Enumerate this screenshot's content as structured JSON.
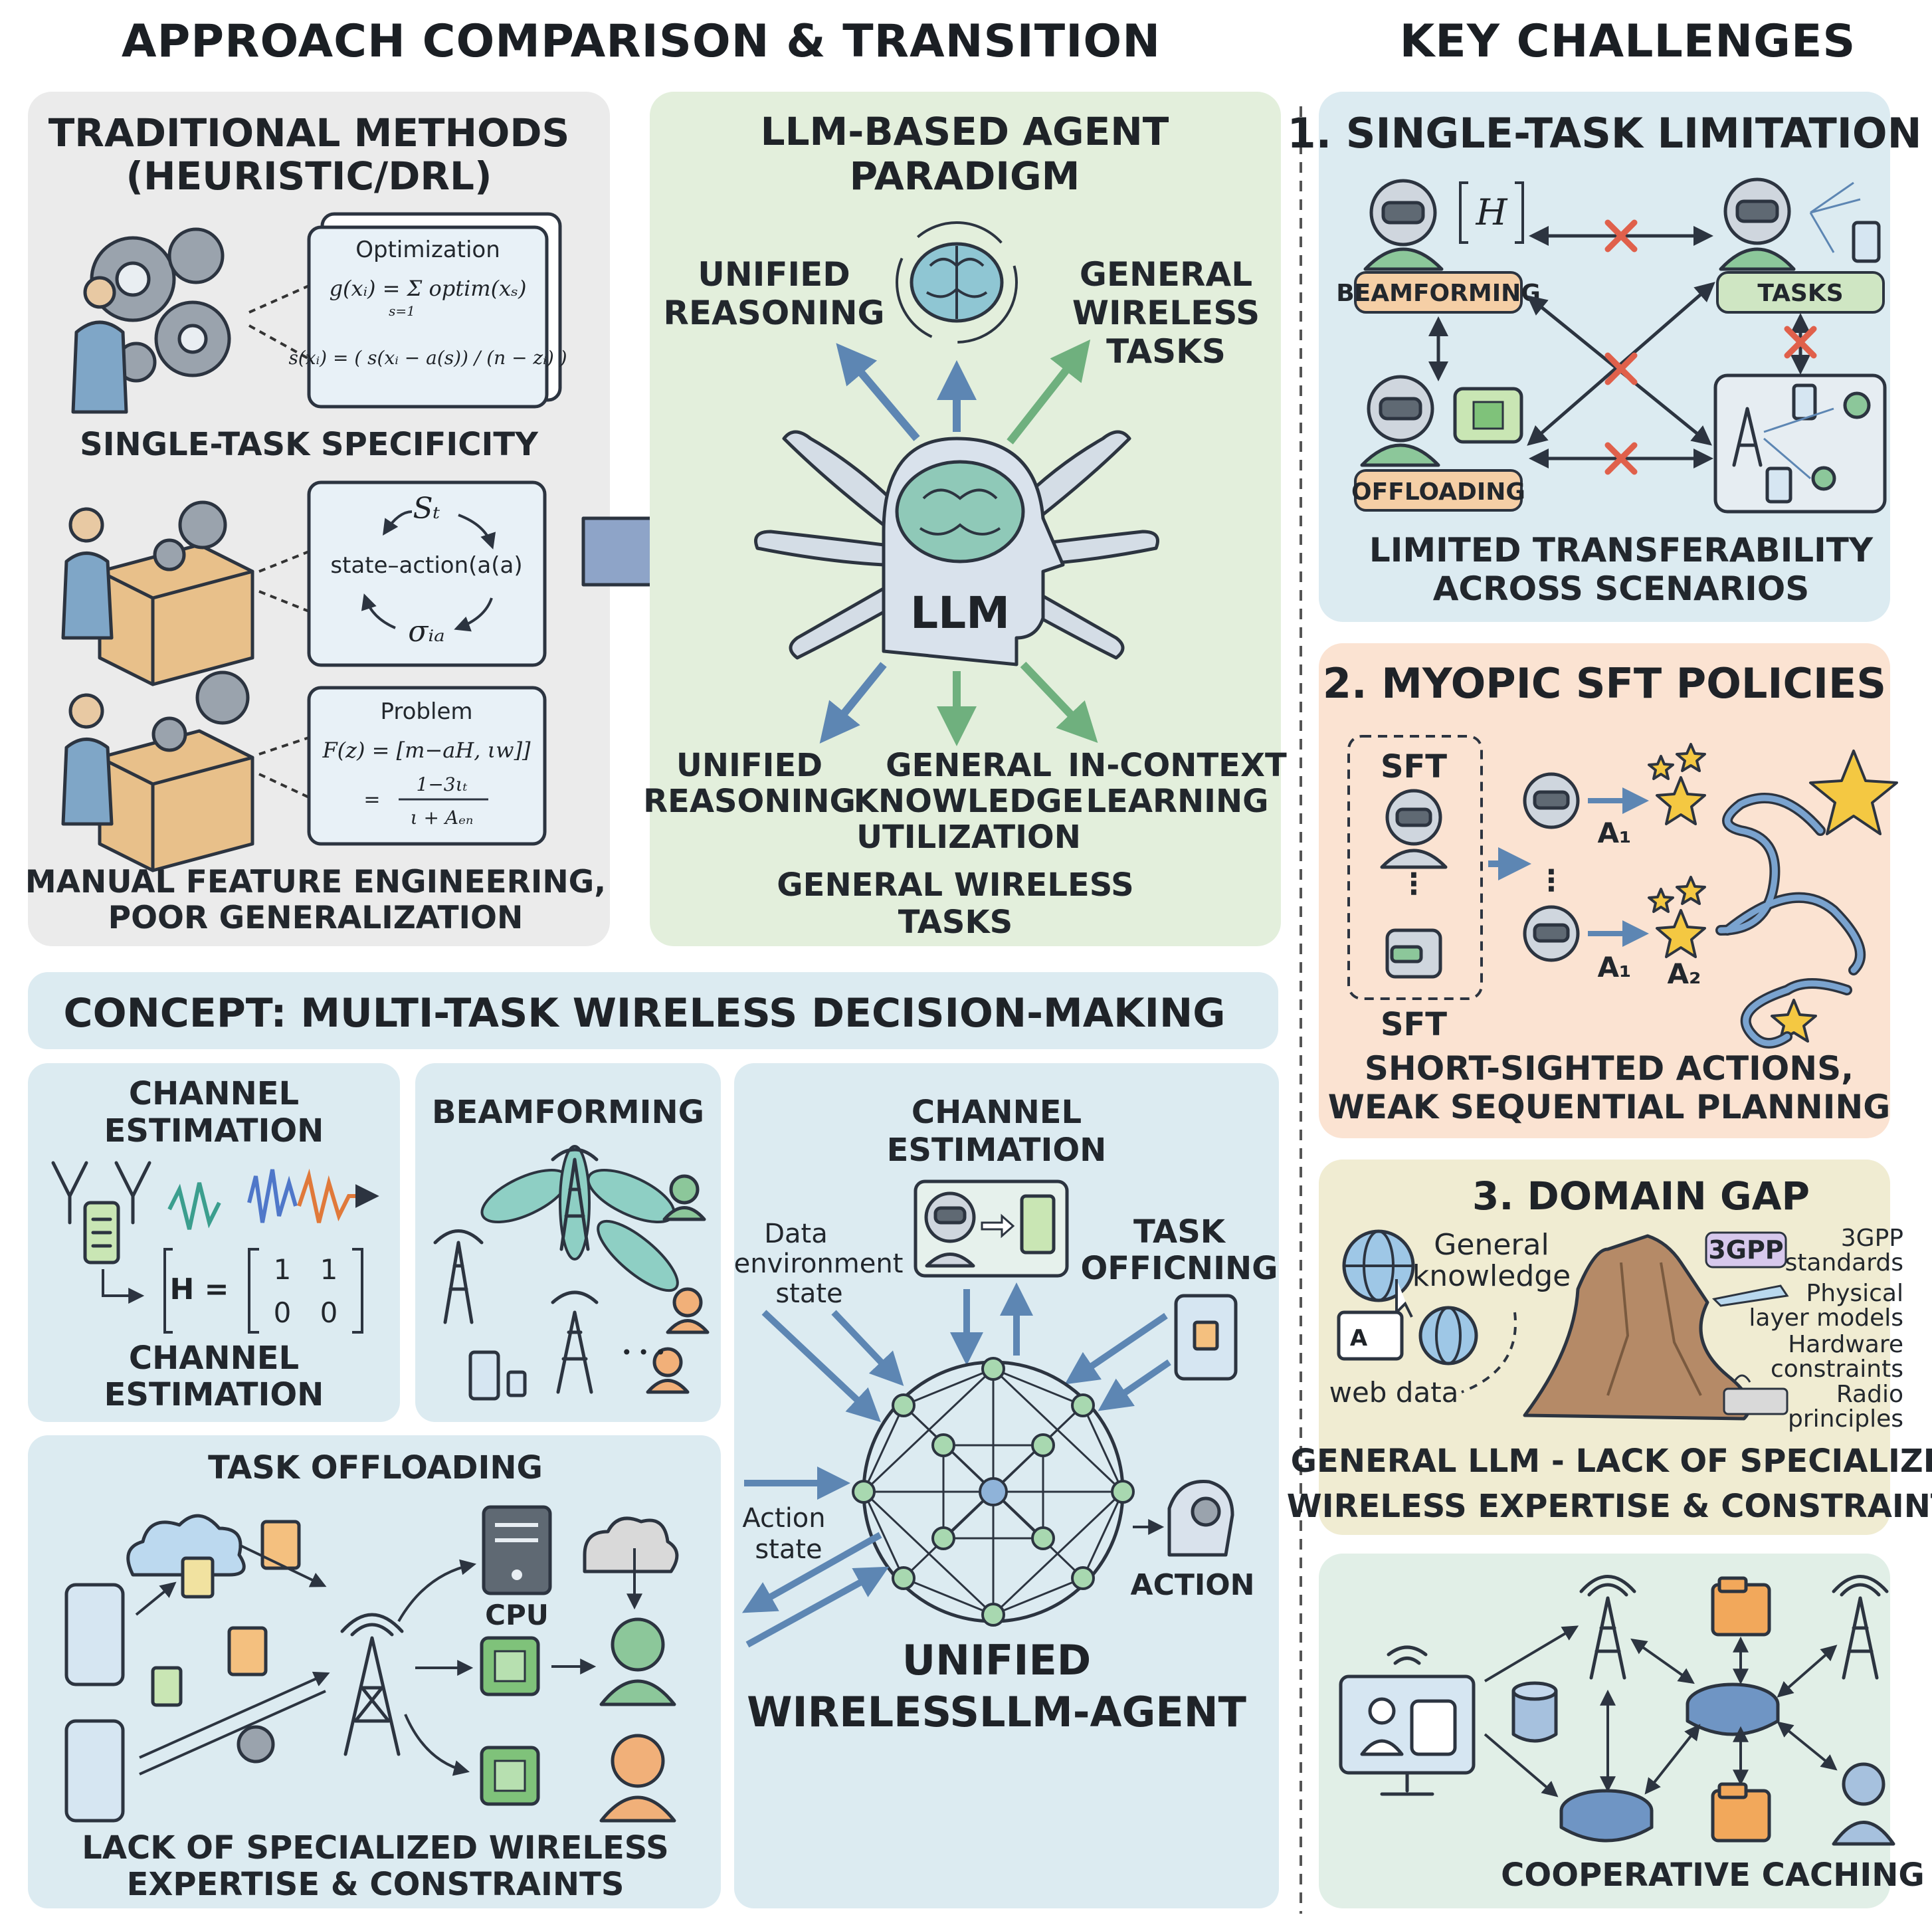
{
  "headers": {
    "left": "APPROACH COMPARISON & TRANSITION",
    "right": "KEY CHALLENGES"
  },
  "traditional": {
    "title_line1": "TRADITIONAL METHODS",
    "title_line2": "(HEURISTIC/DRL)",
    "eq1_title": "Optimization",
    "eq1_line1": "g(xᵢ) = Σ optim(xₛ)",
    "eq1_sub": "s=1",
    "eq1_line2": "s(xᵢ) = ( s(xᵢ − a(s)) / (n − zᵢ) )",
    "label1": "SINGLE-TASK SPECIFICITY",
    "eq2_top": "Sₜ",
    "eq2_mid": "state–action(a(a)",
    "eq2_bot": "σᵢₐ",
    "eq3_title": "Problem",
    "eq3_line1": "F(z) = [m−aH, ιw]]",
    "eq3_num": "1−3ιₜ",
    "eq3_den": "ι + Aₑₙ",
    "label2_line1": "MANUAL FEATURE ENGINEERING,",
    "label2_line2": "POOR GENERALIZATION"
  },
  "llm": {
    "title_line1": "LLM-BASED AGENT",
    "title_line2": "PARADIGM",
    "top_left_line1": "UNIFIED",
    "top_left_line2": "REASONING",
    "top_right_line1": "GENERAL",
    "top_right_line2": "WIRELESS",
    "top_right_line3": "TASKS",
    "center": "LLM",
    "bot_left_line1": "UNIFIED",
    "bot_left_line2": "REASONING",
    "bot_mid_line1": "GENERAL",
    "bot_mid_line2": "KNOWLEDGE",
    "bot_mid_line3": "UTILIZATION",
    "bot_right_line1": "IN-CONTEXT",
    "bot_right_line2": "LEARNING",
    "bottom_line1": "GENERAL WIRELESS",
    "bottom_line2": "TASKS"
  },
  "concept": {
    "title": "CONCEPT: MULTI-TASK WIRELESS DECISION-MAKING",
    "channel": {
      "title_line1": "CHANNEL",
      "title_line2": "ESTIMATION",
      "matrix_label": "H =",
      "m11": "1",
      "m12": "1",
      "m21": "0",
      "m22": "0",
      "bottom_line1": "CHANNEL",
      "bottom_line2": "ESTIMATION"
    },
    "beamforming": {
      "title": "BEAMFORMING"
    },
    "offloading": {
      "title": "TASK OFFLOADING",
      "cpu": "CPU",
      "bottom_line1": "LACK OF SPECIALIZED WIRELESS",
      "bottom_line2": "EXPERTISE & CONSTRAINTS"
    },
    "agent": {
      "top_line1": "CHANNEL",
      "top_line2": "ESTIMATION",
      "data_line1": "Data",
      "data_line2": "environment",
      "data_line3": "state",
      "task_line1": "TASK",
      "task_line2": "OFFICNING",
      "action_state_line1": "Action",
      "action_state_line2": "state",
      "action": "ACTION",
      "name_line1": "UNIFIED",
      "name_line2": "WIRELESSLLM-AGENT"
    }
  },
  "challenges": {
    "c1": {
      "title": "1. SINGLE-TASK LIMITATION",
      "matrix": "H",
      "beamforming": "BEAMFORMING",
      "tasks": "TASKS",
      "offloading": "OFFLOADING",
      "bottom_line1": "LIMITED TRANSFERABILITY",
      "bottom_line2": "ACROSS SCENARIOS"
    },
    "c2": {
      "title": "2. MYOPIC SFT POLICIES",
      "sft_top": "SFT",
      "sft_bottom": "SFT",
      "a1_top": "A₁",
      "a1_bottom": "A₁",
      "a2": "A₂",
      "bottom_line1": "SHORT-SIGHTED ACTIONS,",
      "bottom_line2": "WEAK SEQUENTIAL PLANNING"
    },
    "c3": {
      "title": "3. DOMAIN GAP",
      "general_line1": "General",
      "general_line2": "knowledge",
      "web": "web data",
      "badge": "3GPP",
      "r1": "3GPP",
      "r2": "standards",
      "r3": "Physical",
      "r4": "layer models",
      "r5": "Hardware",
      "r6": "constraints",
      "r7": "Radio",
      "r8": "principles",
      "bottom_line1": "GENERAL LLM - LACK OF SPECIALIZED",
      "bottom_line2": "WIRELESS EXPERTISE & CONSTRAINTS"
    },
    "c4": {
      "bottom": "COOPERATIVE CACHING"
    }
  },
  "colors": {
    "gray_panel": "#ebebeb",
    "green_panel": "#e3efdc",
    "blue_panel": "#dcebf1",
    "orange_panel": "#fbe3d2",
    "yellow_panel": "#f0ecd2",
    "teal_panel": "#e1efe7"
  }
}
